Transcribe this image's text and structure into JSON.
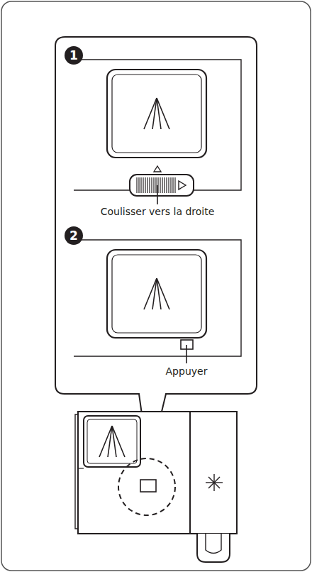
{
  "diagram": {
    "labels": [
      "1",
      "Coulisser vers la droite",
      "2",
      "Appuyer"
    ]
  }
}
